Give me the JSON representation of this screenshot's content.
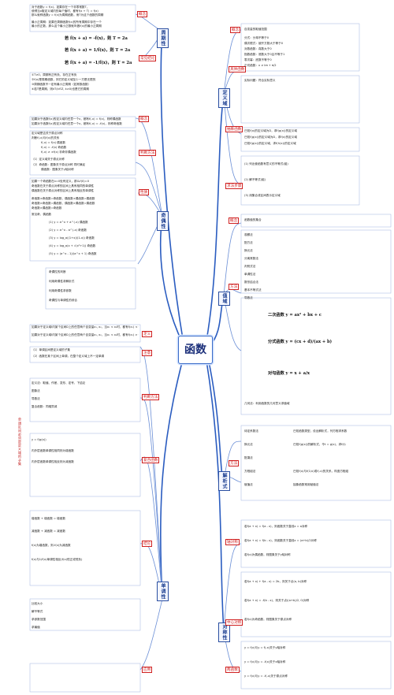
{
  "center": {
    "title": "函数"
  },
  "branches": {
    "periodicity": "周期性",
    "parity": "奇偶性",
    "monotonicity": "单调性",
    "definition": "定义域",
    "range": "值域",
    "analytic": "解析式",
    "symmetry": "对称性"
  },
  "periodicity": {
    "concept_label": "概念",
    "concept_lines": [
      "对于函数y = f(x)，如果存在一个非零常数T，",
      "使得当x取定义域内的每个值时，都有f(x + T) = f(x)",
      "那么就称函数y = f(x)为周期函数，而T为这个函数的周期",
      "最小正周期：如果在周期函数f(x)的所有周期中存在一个",
      "最小的正数，那么这个最小正数就叫做f(x)的最小正周期"
    ],
    "rules_label": "常见结论",
    "rule1": "若 f(x + a) = -f(x)，则 T = 2a",
    "rule2": "若 f(x + a) = 1/f(x)，则 T = 2a",
    "rule3": "若 f(x + a) = -1/f(x)，则 T = 2a",
    "notes": [
      "①T≠0，周期有正有负，存在正有负",
      "②f(x)是周期函数，则它的定义域至少一方是无限的",
      "③周期函数不一定有最小正周期（如常数函数）",
      "④若T是周期，则kT(k∈Z, k≠0)也是它的周期"
    ]
  },
  "parity": {
    "concept_label": "概念",
    "concept_lines": [
      "如果对于函数f(x)的定义域内任意一个x，都有f(-x) = f(x)，则称偶函数",
      "如果对于函数f(x)的定义域内任意一个x，都有f(-x) = -f(x)，则称奇函数"
    ],
    "judge_label": "判断方法",
    "judge_lines": [
      "定义域是否关于原点对称",
      "判断f(-x)与f(x)的关系",
      "f(-x) = f(x)  偶函数",
      "f(-x) = -f(x)  奇函数",
      "f(-x) ≠ ±f(x)  非奇非偶函数",
      "（1）定义域关于原点对称",
      "（2）奇函数：图象关于原点对称  同时满足",
      "偶函数：图象关于y轴对称"
    ],
    "property_label": "性质",
    "property_lines": [
      "如果一个奇函数在x=0处有定义，那么f(0)=0",
      "奇函数在关于原点对称的区间上具有相同的单调性",
      "偶函数在关于原点对称的区间上具有相反的单调性",
      "奇函数±奇函数=奇函数，偶函数±偶函数=偶函数",
      "奇函数×奇函数=偶函数，偶函数×偶函数=偶函数",
      "奇函数×偶函数=奇函数",
      "常见奇、偶函数"
    ],
    "common": [
      "(1) y = a^x + a^(-x)  偶函数",
      "(2) y = a^x - a^(-x)  奇函数",
      "(3) y = log_a((1+x)/(1-x))  奇函数",
      "(4) y = log_a(x + √(x²+1))  奇函数",
      "(5) y = (a^x - 1)/(a^x + 1)  奇函数"
    ],
    "extra": [
      "奇偶性的判断",
      "利用奇偶性求解析式",
      "利用奇偶性求参数",
      "奇偶性与单调性的综合"
    ]
  },
  "monotonicity": {
    "def_label": "定义",
    "def_lines": [
      "如果对于定义域I内某个区间D上的任意两个自变量x₁, x₂，当x₁ < x₂时，都有f(x₁) < f(x₂)，增函数",
      "如果对于定义域I内某个区间D上的任意两个自变量x₁, x₂，当x₁ < x₂时，都有f(x₁) > f(x₂)，减函数"
    ],
    "notes_label": "注意",
    "notes": [
      "（1）单调区间是定义域的子集",
      "（2）函数在某个区间上单调，在整个定义域上不一定单调"
    ],
    "method_label": "判断方法",
    "methods": [
      "定义法：取值、作差、变形、定号、下结论",
      "图象法",
      "导数法",
      "复合函数：同增异减"
    ],
    "composite_label": "复合函数",
    "composite_lines": [
      "y = f(g(x))",
      "内外层函数单调性相同则为增函数",
      "内外层函数单调性相反则为减函数"
    ],
    "conclusion_label": "结论",
    "conclusions": [
      "增函数 + 增函数 = 增函数",
      "减函数 + 减函数 = 减函数",
      "f(x)为增函数，则-f(x)为减函数",
      "f(x)与1/f(x)单调性相反(f(x)恒正或恒负)"
    ],
    "application_label": "应用",
    "applications": [
      "比较大小",
      "解不等式",
      "求参数范围",
      "求最值"
    ],
    "vertical_note": "单调区间必须是定义域的子集"
  },
  "definition": {
    "concept_label": "概念",
    "concept_text": "自变量的取值范围",
    "rules_label": "具体函数",
    "rules": [
      "分式：分母不等于0",
      "偶次根式：被开方数大于等于0",
      "对数函数：真数大于0",
      "指数函数：底数大于0且不等于1",
      "零次幂：底数不等于0",
      "正切函数：x ≠ kπ + π/2",
      "实际问题：符合实际意义"
    ],
    "abstract_label": "抽象函数",
    "abstract_lines": [
      "已知f(x)的定义域为D，求f(g(x))的定义域",
      "已知f(g(x))的定义域为D，求f(x)的定义域",
      "已知f(g(x))的定义域，求f(h(x))的定义域"
    ],
    "steps_label": "求法步骤",
    "steps": [
      "(1) 列出使函数有意义的不等式(组)",
      "(2) 解不等式(组)",
      "(3) 用集合或区间表示定义域"
    ]
  },
  "range": {
    "concept_label": "概念",
    "concept_text": "函数值的集合",
    "methods_label": "方法",
    "methods": [
      "观察法",
      "配方法",
      "换元法",
      "分离常数法",
      "判别式法",
      "单调性法",
      "数形结合法",
      "基本不等式法",
      "导数法"
    ],
    "quadratic": "二次函数 y = ax² + bx + c",
    "fractional": "分式函数 y = (cx + d)/(ax + b)",
    "hook": "对勾函数 y = x + a/x",
    "summary": "几何法：利用函数的几何意义求值域"
  },
  "analytic": {
    "methods_label": "方法",
    "methods": [
      "待定系数法",
      "换元法",
      "配凑法",
      "方程组法",
      "赋值法"
    ],
    "method_details": [
      "已知函数类型，设出解析式，列方程求系数",
      "已知f(g(x))的解析式，令t = g(x)，求f(t)",
      "已知f(x)与f(1/x)或f(-x)的关系，构造方程组",
      "抽象函数常用赋值法"
    ]
  },
  "symmetry": {
    "axis_label": "轴对称",
    "axis_lines": [
      "若f(a + x) = f(a - x)，则函数关于直线x = a对称",
      "若f(a + x) = f(b - x)，则函数关于直线x = (a+b)/2对称",
      "若f(x)为偶函数，则图象关于y轴对称"
    ],
    "center_label": "中心对称",
    "center_lines": [
      "若f(a + x) + f(a - x) = 2b，则关于点(a, b)对称",
      "若f(a + x) = -f(b - x)，则关于点((a+b)/2, 0)对称",
      "若f(x)为奇函数，则图象关于原点对称"
    ],
    "two_functions_label": "两函数",
    "two_functions_lines": [
      "y = f(x)与y = f(-x)关于y轴对称",
      "y = f(x)与y = -f(x)关于x轴对称",
      "y = f(x)与y = -f(-x)关于原点对称"
    ]
  }
}
